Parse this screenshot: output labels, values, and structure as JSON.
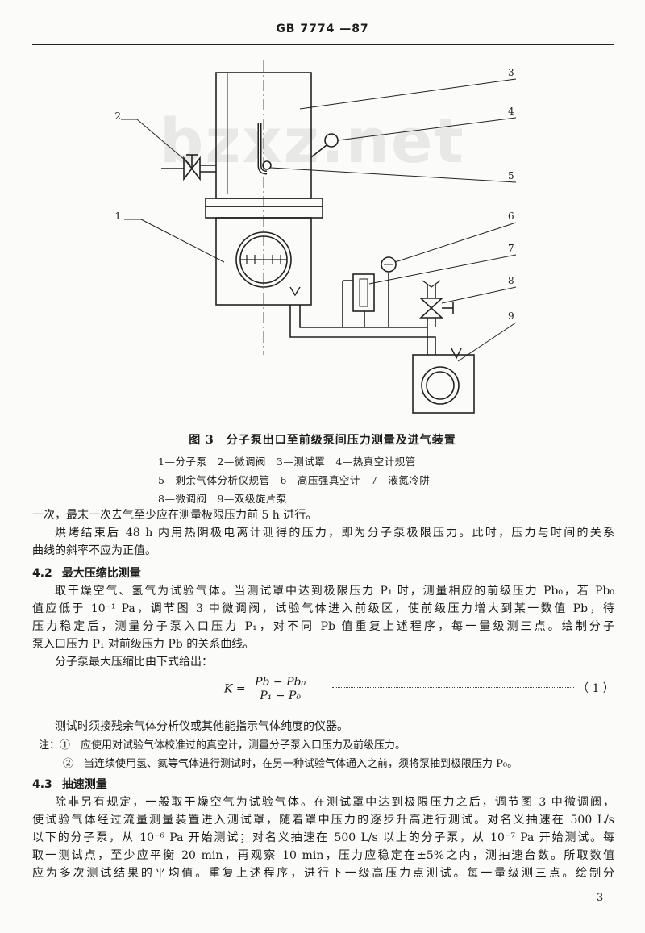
{
  "header": {
    "standard_no": "GB 7774 —87"
  },
  "figure": {
    "callouts": [
      "1",
      "2",
      "3",
      "4",
      "5",
      "6",
      "7",
      "8",
      "9"
    ],
    "caption": "图 3　分子泵出口至前级泵间压力测量及进气装置",
    "legend": [
      "1—分子泵　2—微调阀　3—测试罩　4—热真空计规管",
      "5—剩余气体分析仪规管　6—高压强真空计　7—液氮冷阱",
      "8—微调阀　9—双级旋片泵"
    ],
    "watermark": "bzxz.net"
  },
  "body": {
    "para1": [
      "一次，最末一次去气至少应在测量极限压力前 5 h 进行。",
      "烘烤结束后 48 h 内用热阴极电离计测得的压力，即为分子泵极限压力。此时，压力与时间的关系",
      "曲线的斜率不应为正值。"
    ],
    "sec42": {
      "num": "4.2",
      "title": "最大压缩比测量"
    },
    "para2": [
      "取干燥空气、氢气为试验气体。当测试罩中达到极限压力 P₁ 时，测量相应的前级压力 Pb₀，若 Pb₀",
      "值应低于 10⁻¹ Pa，调节图 3 中微调阀，试验气体进入前级区，使前级压力增大到某一数值 Pb，待",
      "压力稳定后，测量分子泵入口压力 P₁，对不同 Pb 值重复上述程序，每一量级测三点。绘制分子",
      "泵入口压力 P₁ 对前级压力 Pb 的关系曲线。",
      "分子泵最大压缩比由下式给出："
    ],
    "formula": {
      "lhs": "K =",
      "num": "Pb − Pb₀",
      "den": "P₁ − P₀",
      "eq_no": "（ 1 ）"
    },
    "para3": "测试时须接残余气体分析仪或其他能指示气体纯度的仪器。",
    "notes": [
      "注：①　应使用对试验气体校准过的真空计，测量分子泵入口压力及前级压力。",
      "②　当连续使用氢、氦等气体进行测试时，在另一种试验气体通入之前，须将泵抽到极限压力 P₀。"
    ],
    "sec43": {
      "num": "4.3",
      "title": "抽速测量"
    },
    "para4": [
      "除非另有规定，一般取干燥空气为试验气体。在测试罩中达到极限压力之后，调节图 3 中微调阀，",
      "使试验气体经过流量测量装置进入测试罩，随着罩中压力的逐步升高进行测试。对名义抽速在 500 L/s",
      "以下的分子泵，从 10⁻⁶ Pa 开始测试；对名义抽速在 500 L/s 以上的分子泵，从 10⁻⁷ Pa 开始测试。每",
      "取一测试点，至少应平衡 20 min，再观察 10 min，压力应稳定在±5%之内，测抽速台数。所取数值",
      "应为多次测试结果的平均值。重复上述程序，进行下一级高压力点测试。每一量级测三点。绘制分"
    ]
  },
  "page_number": "3"
}
